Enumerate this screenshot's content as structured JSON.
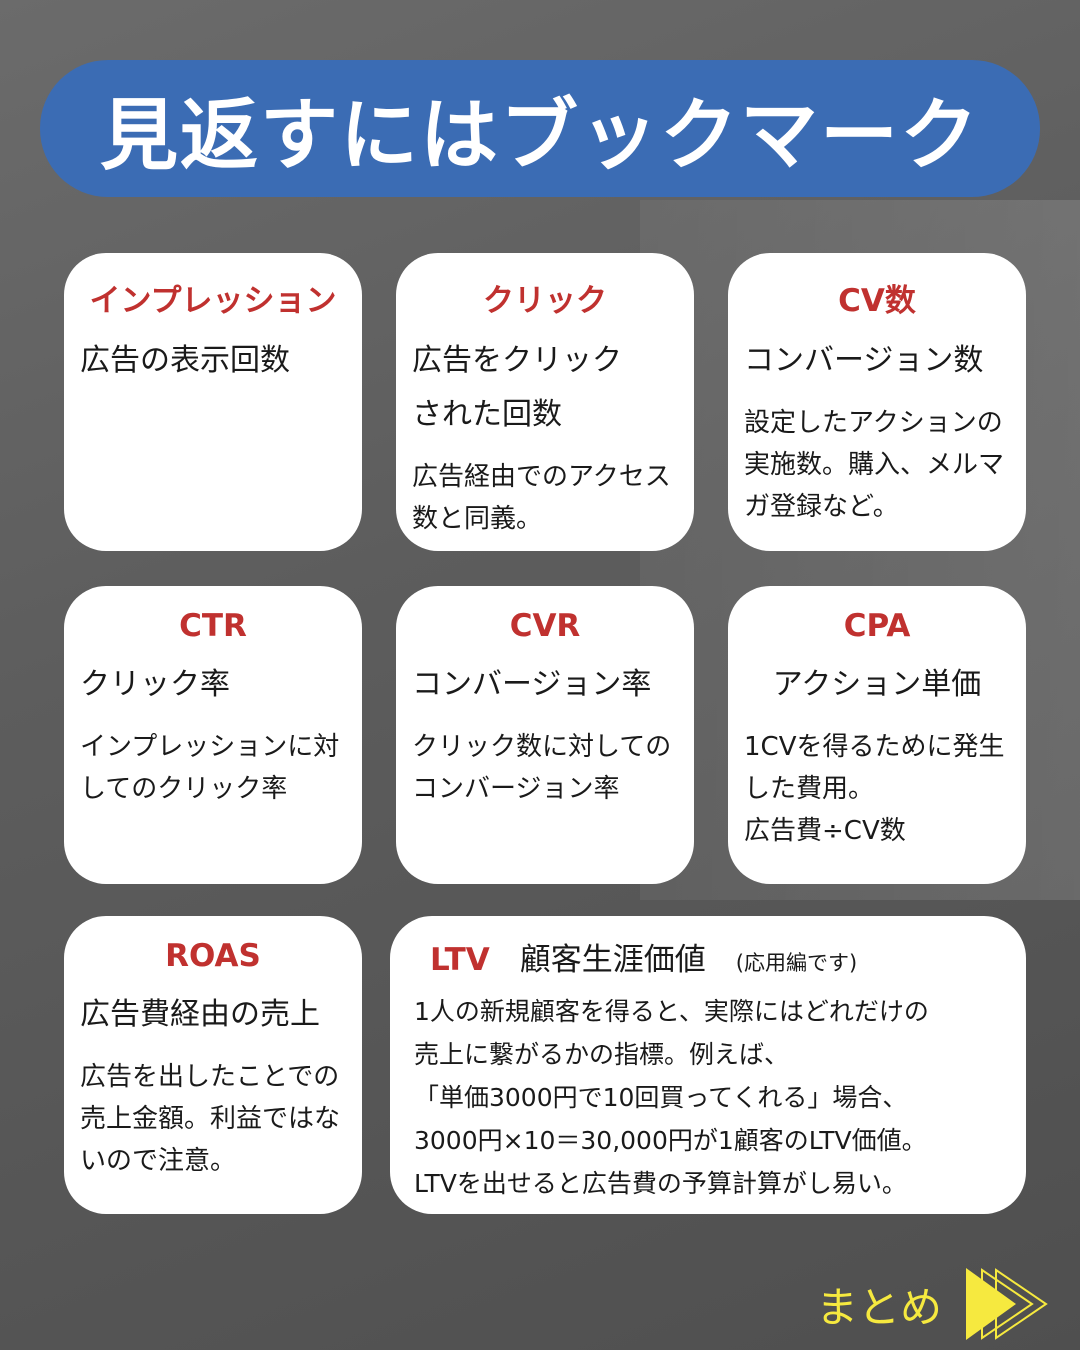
{
  "banner": {
    "title": "見返すにはブックマーク"
  },
  "cards": [
    {
      "term": "インプレッション",
      "sub": "広告の表示回数",
      "desc": ""
    },
    {
      "term": "クリック",
      "sub": "広告をクリックされた回数",
      "desc": "広告経由でのアクセス数と同義。"
    },
    {
      "term": "CV数",
      "sub": "コンバージョン数",
      "desc": "設定したアクションの実施数。購入、メルマガ登録など。"
    },
    {
      "term": "CTR",
      "sub": "クリック率",
      "desc": "インプレッションに対してのクリック率"
    },
    {
      "term": "CVR",
      "sub": "コンバージョン率",
      "desc": "クリック数に対してのコンバージョン率"
    },
    {
      "term": "CPA",
      "sub": "アクション単価",
      "desc": "1CVを得るために発生した費用。",
      "desc2": "広告費÷CV数"
    },
    {
      "term": "ROAS",
      "sub": "広告費経由の売上",
      "desc": "広告を出したことでの売上金額。利益ではないので注意。"
    }
  ],
  "ltv": {
    "term": "LTV",
    "sub": "顧客生涯価値",
    "note": "(応用編です)",
    "lines": [
      "1人の新規顧客を得ると、実際にはどれだけの",
      "売上に繋がるかの指標。例えば、",
      "「単価3000円で10回買ってくれる」場合、",
      "3000円×10＝30,000円が1顧客のLTV価値。",
      "LTVを出せると広告費の予算計算がし易い。"
    ]
  },
  "next": {
    "label": "まとめ",
    "icon": "triple-play-arrow-icon",
    "color": "#f6e93f"
  }
}
